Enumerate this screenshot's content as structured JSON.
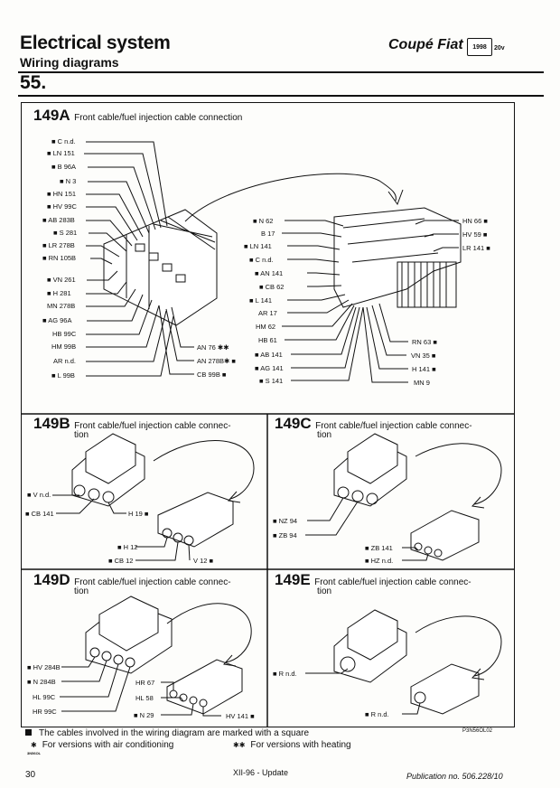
{
  "header": {
    "title": "Electrical system",
    "subtitle": "Wiring diagrams",
    "brand": "Coupé Fiat",
    "badge": "1998",
    "brand_suffix": "20v",
    "section": "55."
  },
  "d149a": {
    "num": "149A",
    "desc": "Front cable/fuel injection cable connection",
    "left": [
      "■ C n.d.",
      "■ LN 151",
      "■ B 96A",
      "■ N 3",
      "■ HN 151",
      "■ HV 99C",
      "■ AB 283B",
      "■ S 281",
      "■ LR 278B",
      "■ RN 105B",
      "■ VN 261",
      "■ H 281",
      "MN 278B",
      "■ AG 96A",
      "HB 99C",
      "HM 99B",
      "AR n.d.",
      "■ L 99B"
    ],
    "bottom": [
      "AN 76 ✱✱",
      "AN 278B✱ ■",
      "CB 99B ■"
    ],
    "mid": [
      "■ N 62",
      "B 17",
      "■ LN 141",
      "■ C n.d.",
      "■ AN 141",
      "■ CB 62",
      "■ L 141",
      "AR 17",
      "HM 62",
      "HB 61",
      "■ AB 141",
      "■ AG 141",
      "■ S 141"
    ],
    "right_top": [
      "HN 66 ■",
      "HV 59 ■",
      "LR 141 ■"
    ],
    "right_bottom": [
      "RN 63 ■",
      "VN 35 ■",
      "H 141 ■",
      "MN 9"
    ]
  },
  "d149b": {
    "num": "149B",
    "desc": "Front cable/fuel injection cable connec-",
    "desc2": "tion",
    "labels": [
      "■ V n.d.",
      "■ CB 141",
      "H 19 ■",
      "■ H 12",
      "■ CB 12",
      "V 12 ■"
    ]
  },
  "d149c": {
    "num": "149C",
    "desc": "Front cable/fuel injection cable connec-",
    "desc2": "tion",
    "labels": [
      "■ NZ 94",
      "■ ZB 94",
      "■ ZB 141",
      "■ HZ n.d."
    ]
  },
  "d149d": {
    "num": "149D",
    "desc": "Front cable/fuel injection cable connec-",
    "desc2": "tion",
    "labels": [
      "■ HV 284B",
      "■ N 284B",
      "HL 99C",
      "HR 99C",
      "HR 67",
      "HL 58",
      "■ N 29",
      "HV 141 ■"
    ]
  },
  "d149e": {
    "num": "149E",
    "desc": "Front cable/fuel injection cable connec-",
    "desc2": "tion",
    "labels": [
      "■ R n.d.",
      "■ R n.d."
    ]
  },
  "legend": {
    "square": "The cables involved in the wiring diagram are marked with a square",
    "ac": "For versions with air conditioning",
    "heat": "For versions with heating",
    "code": "P3N56OL02",
    "small": "3N56OL"
  },
  "footer": {
    "page": "30",
    "update": "XII-96 - Update",
    "publication": "Publication no. 506.228/10"
  }
}
